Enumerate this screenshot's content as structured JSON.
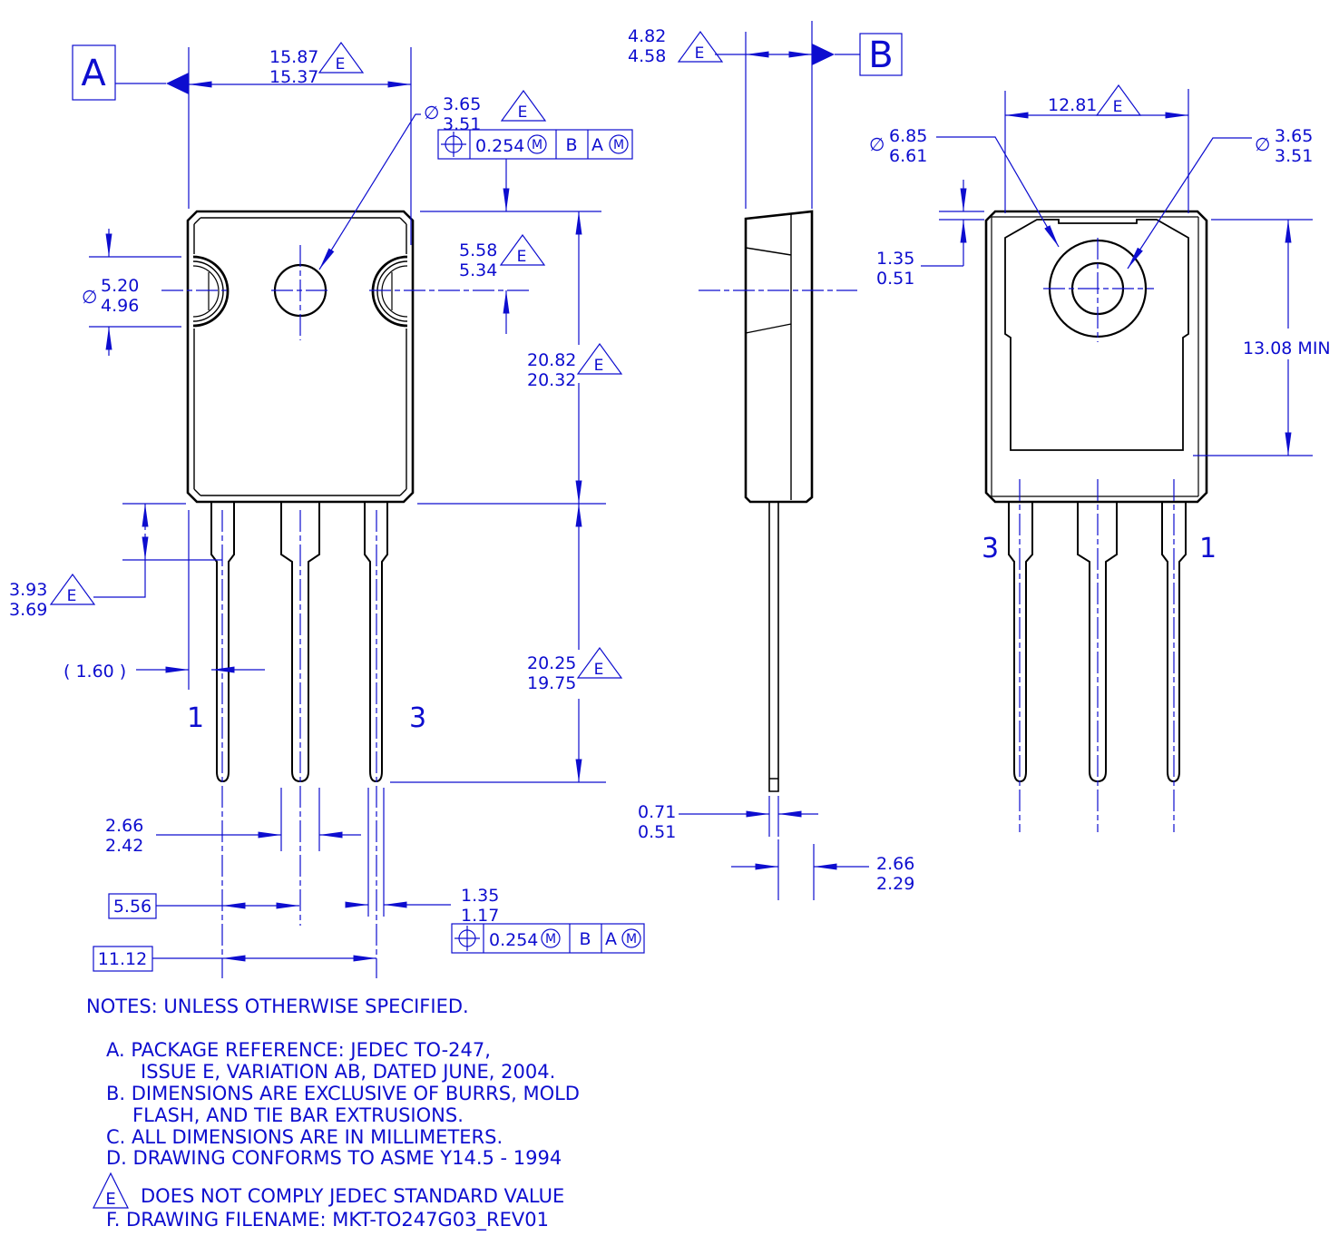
{
  "drawing": {
    "phi": "∅",
    "flag": "E",
    "datum_a": "A",
    "datum_b": "B",
    "fcf": {
      "tol": "0.254",
      "mod": "M",
      "d1": "B",
      "d2": "A"
    },
    "dims": {
      "body_width_max": "15.87",
      "body_width_min": "15.37",
      "hole_dia_max": "3.65",
      "hole_dia_min": "3.51",
      "notch_dia_max": "5.20",
      "notch_dia_min": "4.96",
      "hole_top_max": "5.58",
      "hole_top_min": "5.34",
      "body_h_max": "20.82",
      "body_h_min": "20.32",
      "shoulder_max": "3.93",
      "shoulder_min": "3.69",
      "lead_edge_ref": "( 1.60 )",
      "lead_base_max": "2.66",
      "lead_base_min": "2.42",
      "pitch": "5.56",
      "span": "11.12",
      "lead_w_max": "1.35",
      "lead_w_min": "1.17",
      "lead_len_max": "20.25",
      "lead_len_min": "19.75",
      "thick_max": "4.82",
      "thick_min": "4.58",
      "lead_t_max": "0.71",
      "lead_t_min": "0.51",
      "lead_off_max": "2.66",
      "lead_off_min": "2.29",
      "pad_dia_max": "6.85",
      "pad_dia_min": "6.61",
      "bhole_max": "3.65",
      "bhole_min": "3.51",
      "tab_top_max": "1.35",
      "tab_top_min": "0.51",
      "tab_width": "12.81",
      "tab_height_min": "13.08 MIN"
    },
    "pins": {
      "front_left": "1",
      "front_right": "3",
      "back_left": "3",
      "back_right": "1"
    },
    "notes": {
      "header": "NOTES: UNLESS OTHERWISE SPECIFIED.",
      "a1": "A.  PACKAGE REFERENCE: JEDEC TO-247,",
      "a2": "ISSUE E, VARIATION AB, DATED JUNE, 2004.",
      "b1": "B.  DIMENSIONS ARE EXCLUSIVE OF BURRS, MOLD",
      "b2": "FLASH, AND TIE BAR EXTRUSIONS.",
      "c": "C.  ALL DIMENSIONS ARE IN MILLIMETERS.",
      "d": "D.  DRAWING CONFORMS TO ASME Y14.5 - 1994",
      "e": "DOES NOT COMPLY JEDEC STANDARD VALUE",
      "f": "F.   DRAWING FILENAME: MKT-TO247G03_REV01"
    }
  }
}
